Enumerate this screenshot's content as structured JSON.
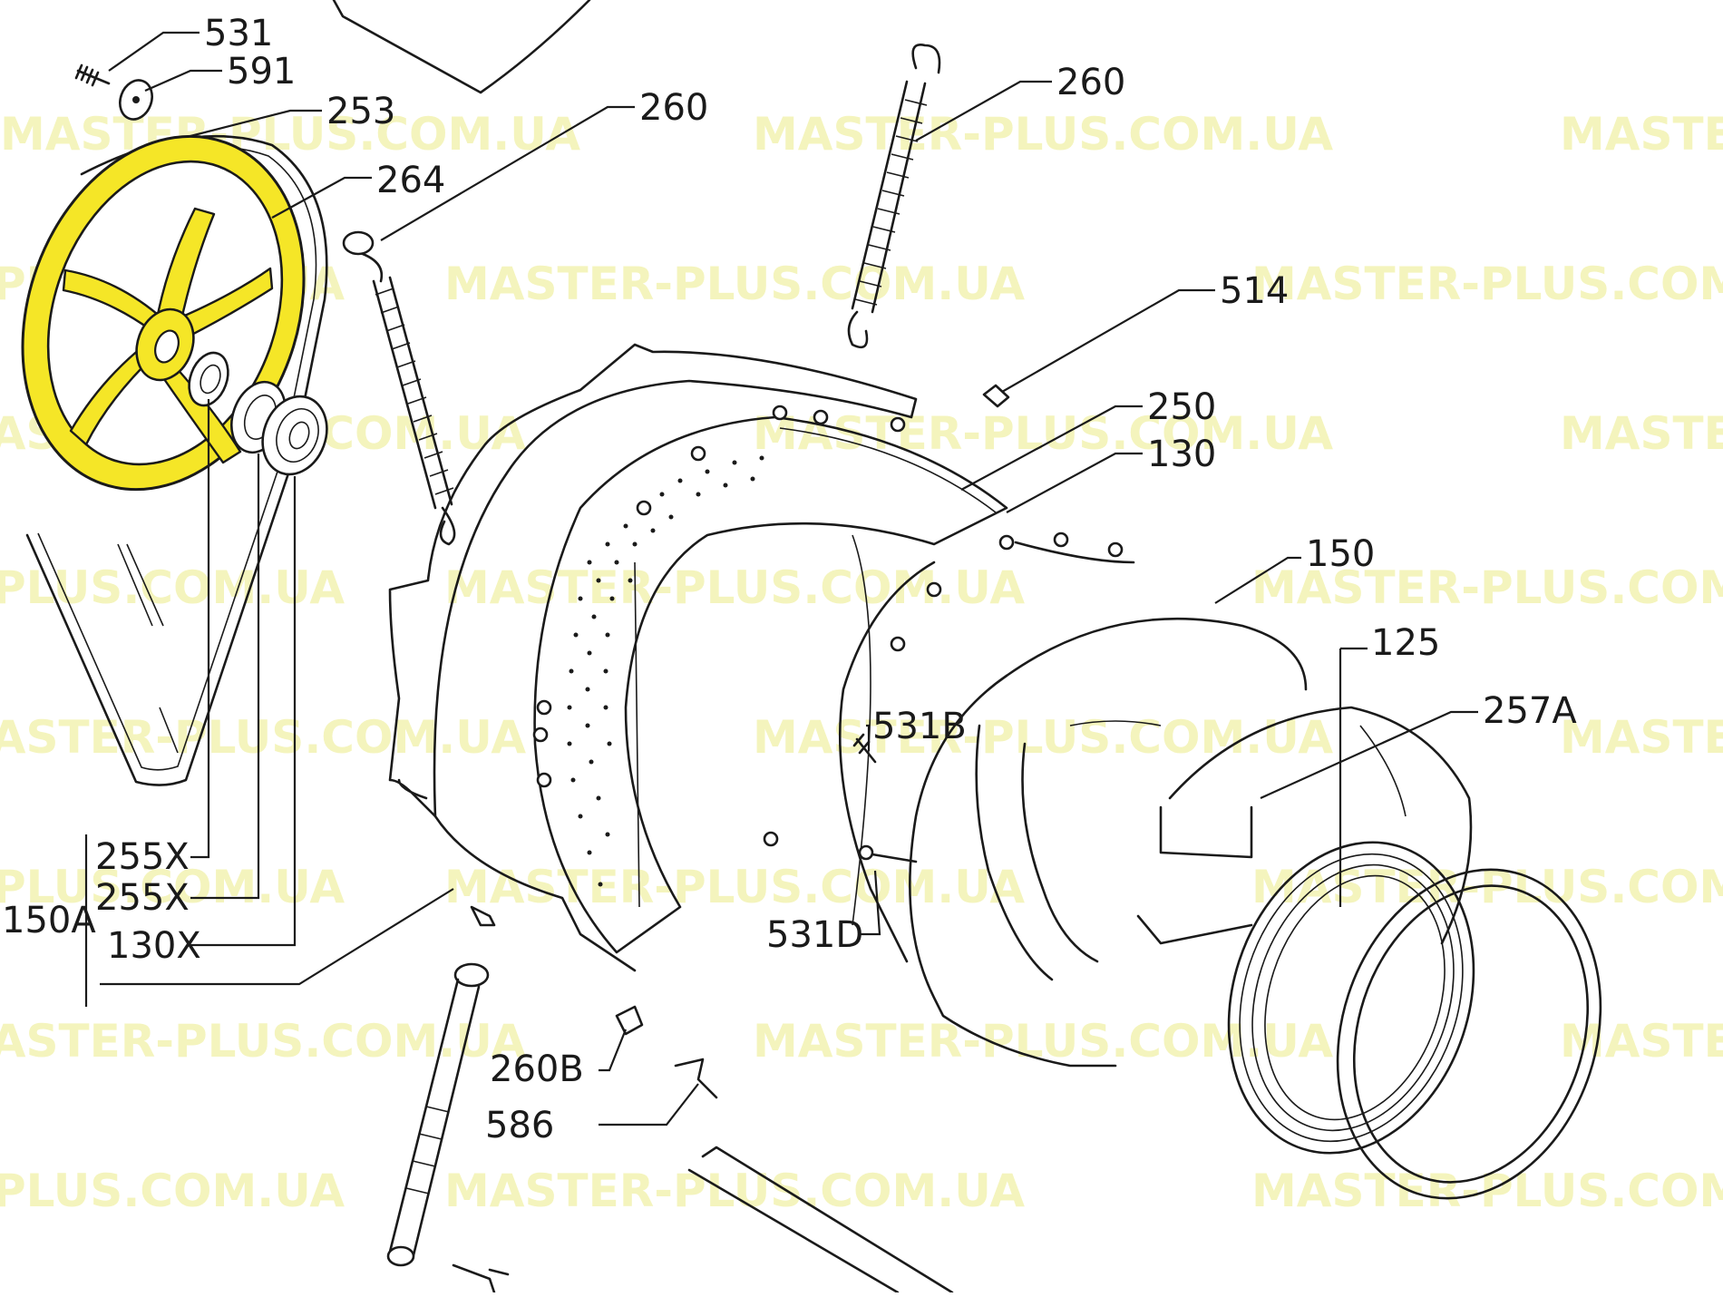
{
  "watermark": {
    "text": "MASTER-PLUS.COM.UA",
    "color": "#f1f1a8"
  },
  "highlight": {
    "color": "#f5e627",
    "part": "253"
  },
  "callouts": [
    {
      "id": "531"
    },
    {
      "id": "591"
    },
    {
      "id": "253"
    },
    {
      "id": "264"
    },
    {
      "id": "260a",
      "label": "260"
    },
    {
      "id": "260b",
      "label": "260"
    },
    {
      "id": "514"
    },
    {
      "id": "250"
    },
    {
      "id": "130"
    },
    {
      "id": "150"
    },
    {
      "id": "125"
    },
    {
      "id": "257A"
    },
    {
      "id": "531B"
    },
    {
      "id": "531D"
    },
    {
      "id": "260B"
    },
    {
      "id": "586"
    },
    {
      "id": "255X_1",
      "label": "255X"
    },
    {
      "id": "255X_2",
      "label": "255X"
    },
    {
      "id": "130X"
    },
    {
      "id": "150A"
    }
  ],
  "labels": {
    "c531": "531",
    "c591": "591",
    "c253": "253",
    "c264": "264",
    "c260a": "260",
    "c260b": "260",
    "c514": "514",
    "c250": "250",
    "c130": "130",
    "c150": "150",
    "c125": "125",
    "c257A": "257A",
    "c531B": "531B",
    "c531D": "531D",
    "c260B": "260B",
    "c586": "586",
    "c255X1": "255X",
    "c255X2": "255X",
    "c130X": "130X",
    "c150A": "150A"
  }
}
